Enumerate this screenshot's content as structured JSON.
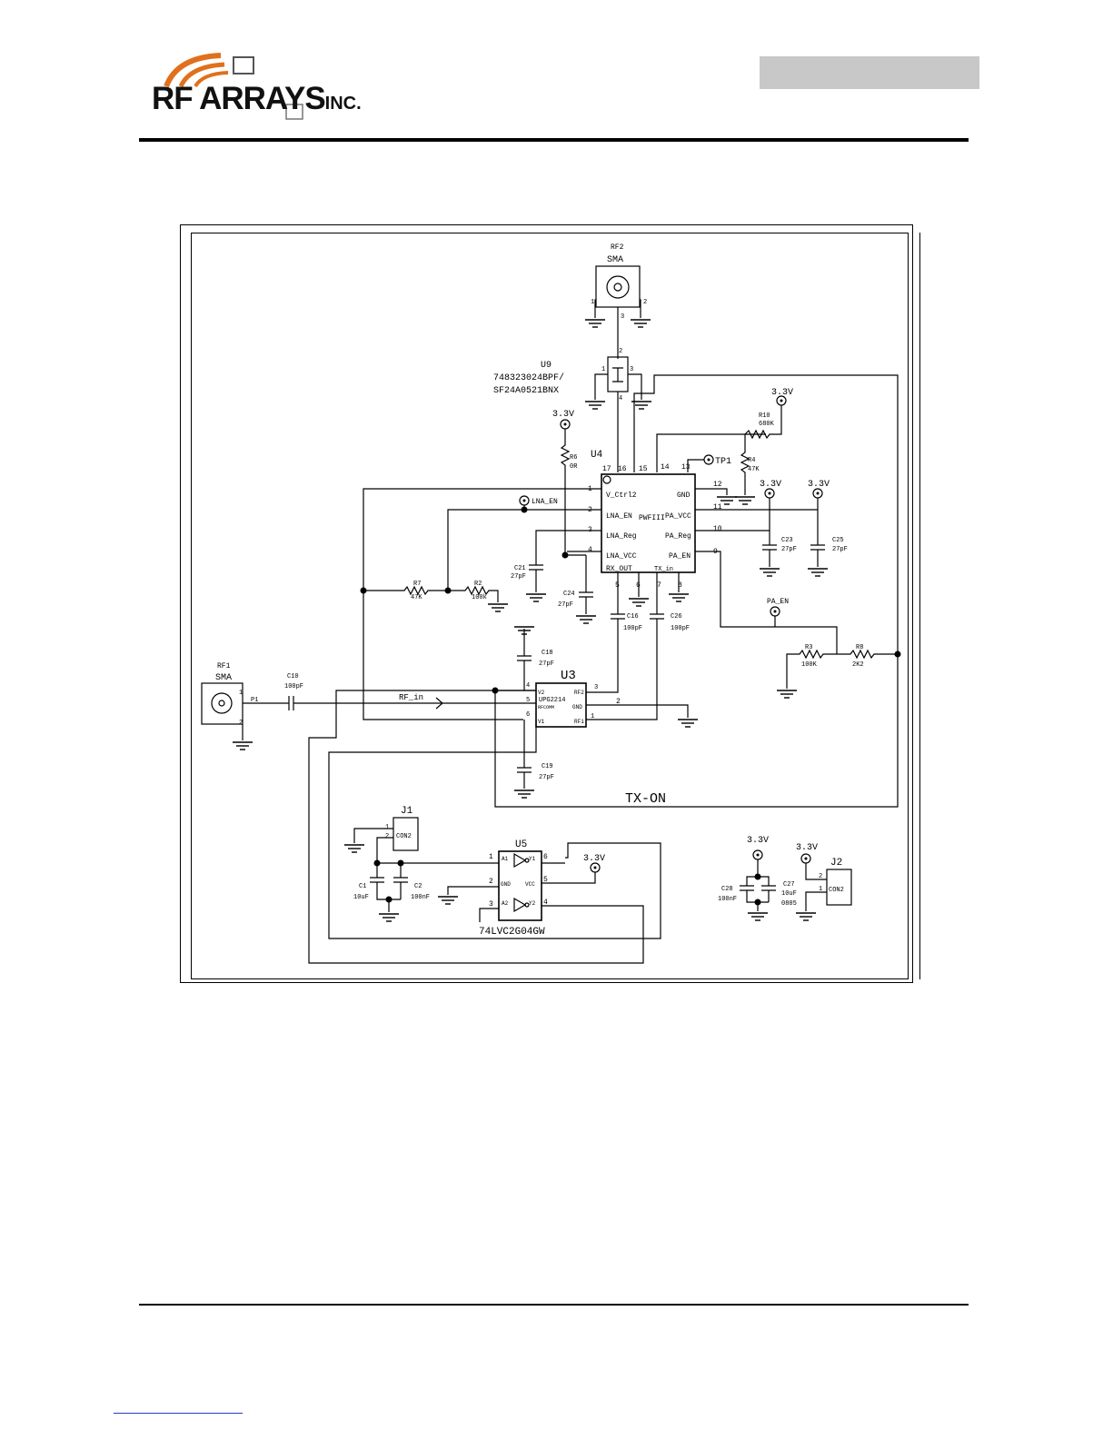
{
  "header": {
    "logo": {
      "text_main": "RF ARRAYS",
      "text_suffix": "INC.",
      "swoosh_color": "#e0701c"
    }
  },
  "schematic": {
    "connectors": {
      "rf2": {
        "ref": "RF2",
        "type": "SMA",
        "pin1": "1",
        "pin2": "2",
        "pin3": "3"
      },
      "rf1": {
        "ref": "RF1",
        "type": "SMA",
        "pin1": "1",
        "pin2": "2"
      }
    },
    "u9": {
      "ref": "U9",
      "part1": "748323024BPF/",
      "part2": "SF24A0521BNX",
      "p2": "2",
      "p1": "1",
      "p3": "3",
      "p4": "4"
    },
    "u4": {
      "ref": "U4",
      "name": "PWFIII",
      "left_pins": [
        {
          "num": "1",
          "label": "V_Ctrl2"
        },
        {
          "num": "2",
          "label": "LNA_EN"
        },
        {
          "num": "3",
          "label": "LNA_Reg"
        },
        {
          "num": "4",
          "label": "LNA_VCC"
        }
      ],
      "right_pins": [
        {
          "num": "12",
          "label": "GND"
        },
        {
          "num": "11",
          "label": "PA_VCC"
        },
        {
          "num": "10",
          "label": "PA_Reg"
        },
        {
          "num": "9",
          "label": "PA_EN"
        }
      ],
      "top_pins": [
        "17",
        "16",
        "15",
        "14",
        "13"
      ],
      "bottom_pins": [
        "5",
        "6",
        "7",
        "8"
      ],
      "rx_out": "RX_OUT",
      "tx_in": "TX_in"
    },
    "u3": {
      "ref": "U3",
      "part": "UPG2214",
      "v2": "V2",
      "rfcom": "RFCOMM",
      "v1": "V1",
      "rf2": "RF2",
      "gnd": "GND",
      "rf1": "RF1",
      "pin4": "4",
      "pin5": "5",
      "pin6": "6",
      "pin3": "3",
      "pin2": "2",
      "pin1": "1"
    },
    "u5": {
      "ref": "U5",
      "part": "74LVC2G04GW",
      "a1": "A1",
      "y1": "Y1",
      "gnd": "GND",
      "vcc": "VCC",
      "a2": "A2",
      "y2": "Y2",
      "p1": "1",
      "p2": "2",
      "p3": "3",
      "p6": "6",
      "p5": "5",
      "p4": "4"
    },
    "headers": {
      "j1": {
        "ref": "J1",
        "name": "CON2",
        "p1": "1",
        "p2": "2"
      },
      "j2": {
        "ref": "J2",
        "name": "CON2",
        "p1": "1",
        "p2": "2"
      }
    },
    "resistors": [
      {
        "ref": "R10",
        "value": "680K"
      },
      {
        "ref": "R4",
        "value": "47K"
      },
      {
        "ref": "R6",
        "value": "0R"
      },
      {
        "ref": "R7",
        "value": "47K"
      },
      {
        "ref": "R2",
        "value": "100k"
      },
      {
        "ref": "R3",
        "value": "100K"
      },
      {
        "ref": "R8",
        "value": "2K2"
      }
    ],
    "capacitors": [
      {
        "ref": "C23",
        "value": "27pF"
      },
      {
        "ref": "C25",
        "value": "27pF"
      },
      {
        "ref": "C21",
        "value": "27pF"
      },
      {
        "ref": "C24",
        "value": "27pF"
      },
      {
        "ref": "C16",
        "value": "100pF"
      },
      {
        "ref": "C26",
        "value": "100pF"
      },
      {
        "ref": "C18",
        "value": "27pF"
      },
      {
        "ref": "C19",
        "value": "27pF"
      },
      {
        "ref": "C10",
        "value": "100pF"
      },
      {
        "ref": "C1",
        "value": "10uF"
      },
      {
        "ref": "C2",
        "value": "100nF"
      },
      {
        "ref": "C28",
        "value": "100nF"
      },
      {
        "ref": "C27",
        "value": "10uF"
      },
      {
        "ref": "C27_pkg",
        "value": "0805"
      }
    ],
    "nets": {
      "v33": "3.3V",
      "tp1": "TP1",
      "lna_en": "LNA_EN",
      "pa_en": "PA_EN",
      "rf_in": "RF_in",
      "tx_on": "TX-ON",
      "p1": "P1"
    }
  }
}
